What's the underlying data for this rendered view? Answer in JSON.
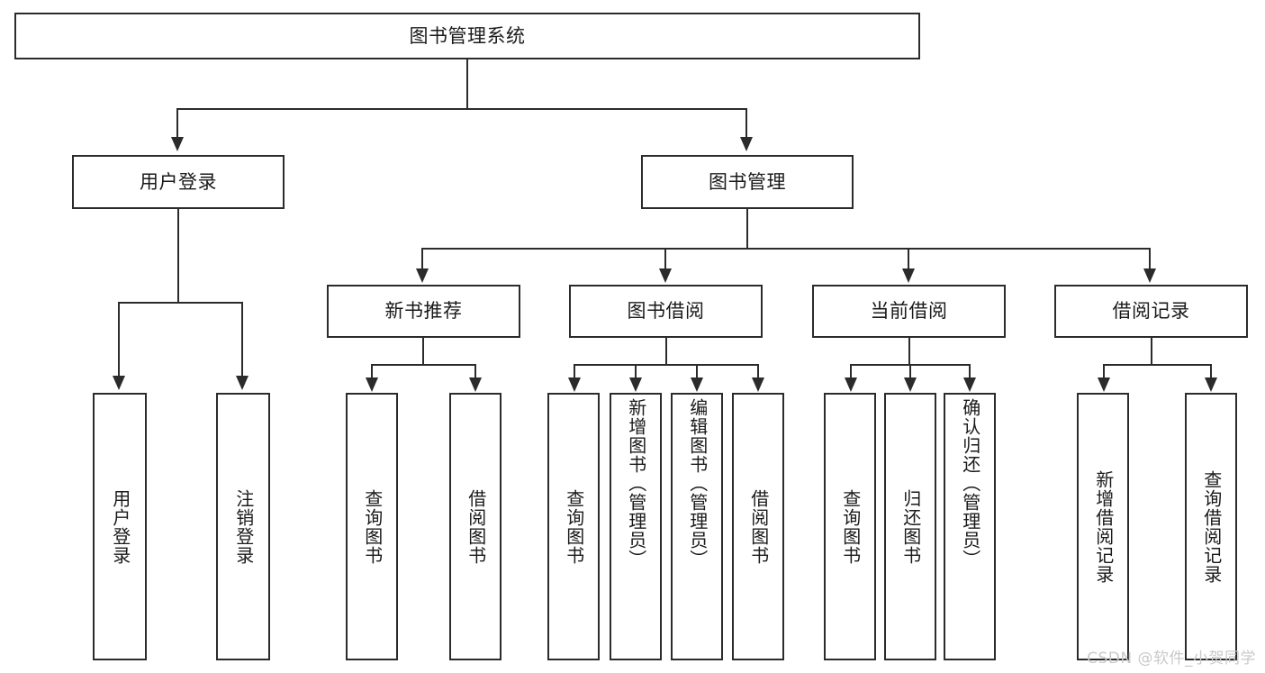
{
  "diagram": {
    "title": "图书管理系统",
    "type": "tree",
    "watermark": "CSDN @软件_小贺同学"
  },
  "root": {
    "label": "图书管理系统"
  },
  "level2": [
    {
      "label": "用户登录"
    },
    {
      "label": "图书管理"
    }
  ],
  "level3": [
    {
      "label": "新书推荐"
    },
    {
      "label": "图书借阅"
    },
    {
      "label": "当前借阅"
    },
    {
      "label": "借阅记录"
    }
  ],
  "leaves": {
    "user_login": [
      {
        "label": "用户登录"
      },
      {
        "label": "注销登录"
      }
    ],
    "new_book": [
      {
        "label": "查询图书"
      },
      {
        "label": "借阅图书"
      }
    ],
    "book_borrow": [
      {
        "label": "查询图书"
      },
      {
        "label": "新增图书（管理员）"
      },
      {
        "label": "编辑图书（管理员）"
      },
      {
        "label": "借阅图书"
      }
    ],
    "current_borrow": [
      {
        "label": "查询图书"
      },
      {
        "label": "归还图书"
      },
      {
        "label": "确认归还（管理员）"
      }
    ],
    "borrow_record": [
      {
        "label": "新增借阅记录"
      },
      {
        "label": "查询借阅记录"
      }
    ]
  },
  "colors": {
    "stroke": "#2b2b2b",
    "fill": "#ffffff",
    "text": "#1a1a1a",
    "watermark": "#c9c9c9"
  }
}
